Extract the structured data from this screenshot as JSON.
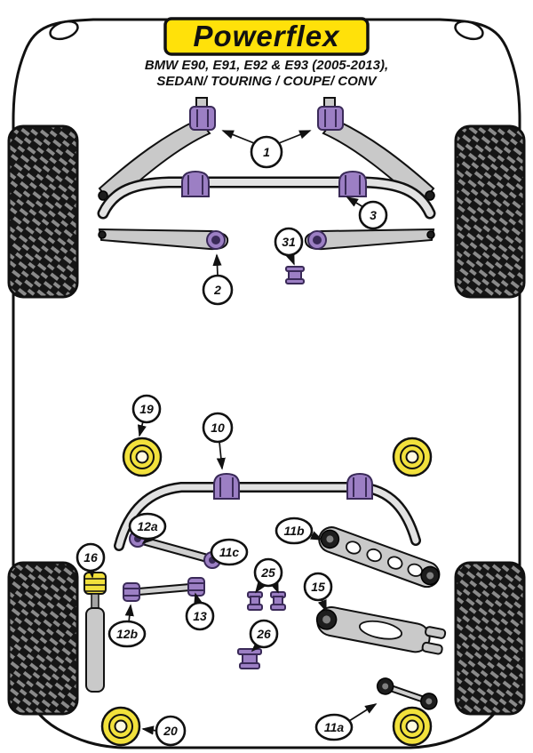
{
  "logo": {
    "text": "Powerflex"
  },
  "subtitle": {
    "line1": "BMW E90, E91, E92 & E93 (2005-2013),",
    "line2": "SEDAN/ TOURING / COUPE/ CONV"
  },
  "colors": {
    "logo_yellow": "#FFE10A",
    "bush_purple": "#9C7FC4",
    "bush_purple_dark": "#3A2A58",
    "spring_yellow": "#F2E13C",
    "metal_gray": "#C9C9C9",
    "outline_black": "#111111"
  },
  "callouts": [
    {
      "label": "1"
    },
    {
      "label": "3"
    },
    {
      "label": "2"
    },
    {
      "label": "31"
    },
    {
      "label": "19"
    },
    {
      "label": "10"
    },
    {
      "label": "12a"
    },
    {
      "label": "11c"
    },
    {
      "label": "11b"
    },
    {
      "label": "16"
    },
    {
      "label": "25"
    },
    {
      "label": "15"
    },
    {
      "label": "13"
    },
    {
      "label": "12b"
    },
    {
      "label": "26"
    },
    {
      "label": "20"
    },
    {
      "label": "11a"
    }
  ]
}
